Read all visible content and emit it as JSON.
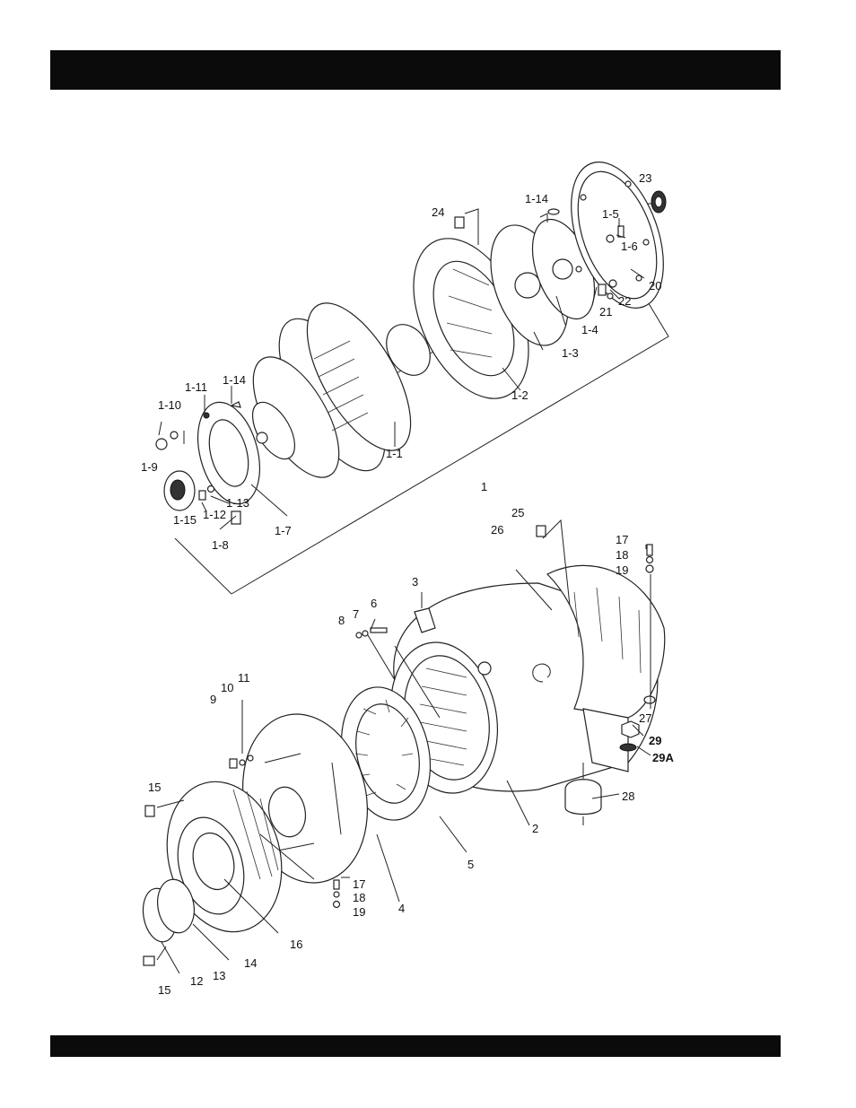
{
  "labels": {
    "l_1_1": "1-1",
    "l_1_2": "1-2",
    "l_1_3": "1-3",
    "l_1_4": "1-4",
    "l_1_5": "1-5",
    "l_1_6": "1-6",
    "l_1_7": "1-7",
    "l_1_8": "1-8",
    "l_1_9": "1-9",
    "l_1_10": "1-10",
    "l_1_11": "1-11",
    "l_1_12": "1-12",
    "l_1_13": "1-13",
    "l_1_14a": "1-14",
    "l_1_14b": "1-14",
    "l_1_15": "1-15",
    "l_1": "1",
    "l_2": "2",
    "l_3": "3",
    "l_4": "4",
    "l_5": "5",
    "l_6": "6",
    "l_7": "7",
    "l_8": "8",
    "l_9": "9",
    "l_10": "10",
    "l_11": "11",
    "l_12": "12",
    "l_13": "13",
    "l_14": "14",
    "l_15a": "15",
    "l_15b": "15",
    "l_16": "16",
    "l_17a": "17",
    "l_18a": "18",
    "l_19a": "19",
    "l_17b": "17",
    "l_18b": "18",
    "l_19b": "19",
    "l_20": "20",
    "l_21": "21",
    "l_22": "22",
    "l_23": "23",
    "l_24": "24",
    "l_25": "25",
    "l_26": "26",
    "l_27": "27",
    "l_28": "28",
    "l_29": "29",
    "l_29a": "29A"
  },
  "colors": {
    "bar": "#0b0b0b",
    "line": "#222222",
    "paper": "#ffffff"
  }
}
